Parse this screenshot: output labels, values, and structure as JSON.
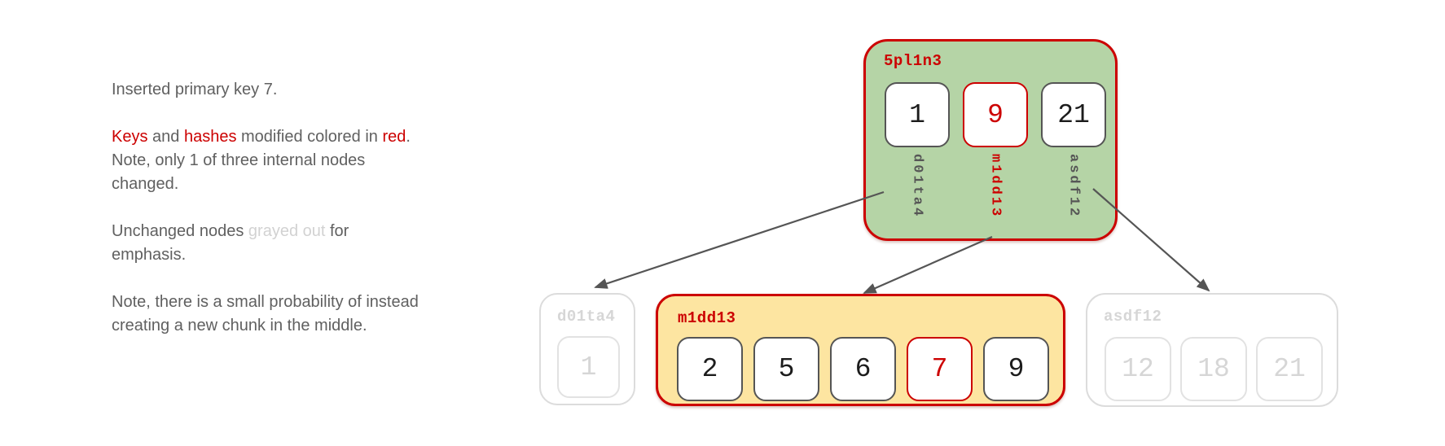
{
  "colors": {
    "red": "#cc0000",
    "root_fill_green": "#b5d4a6",
    "changed_leaf_fill_yellow": "#fde5a1",
    "unchanged_gray": "#d9d9d9",
    "body_text_gray": "#606060",
    "arrow_gray": "#555555"
  },
  "annotation": {
    "p1": {
      "l1": "Inserted primary key 7."
    },
    "p2": {
      "s1": "Keys",
      "s2": " and ",
      "s3": "hashes",
      "s4": " modified colored in ",
      "s5": "red",
      "s6": ".",
      "l2": "Note, only 1 of three internal nodes",
      "l3": "changed."
    },
    "p3": {
      "s1": "Unchanged nodes ",
      "s2": "grayed out",
      "s3": " for",
      "l2": "emphasis."
    },
    "p4": {
      "l1": "Note, there is a small probability of instead",
      "l2": "creating a new chunk in the middle."
    }
  },
  "tree": {
    "root": {
      "hash": "5pl1n3",
      "keys": [
        {
          "value": "1",
          "changed": false
        },
        {
          "value": "9",
          "changed": true
        },
        {
          "value": "21",
          "changed": false
        }
      ],
      "child_hashes": [
        {
          "value": "d01ta4",
          "changed": false
        },
        {
          "value": "m1dd13",
          "changed": true
        },
        {
          "value": "asdf12",
          "changed": false
        }
      ]
    },
    "leaves": [
      {
        "hash": "d01ta4",
        "state": "unchanged",
        "keys": [
          {
            "value": "1",
            "changed": false
          }
        ]
      },
      {
        "hash": "m1dd13",
        "state": "changed",
        "keys": [
          {
            "value": "2",
            "changed": false
          },
          {
            "value": "5",
            "changed": false
          },
          {
            "value": "6",
            "changed": false
          },
          {
            "value": "7",
            "changed": true
          },
          {
            "value": "9",
            "changed": false
          }
        ]
      },
      {
        "hash": "asdf12",
        "state": "unchanged",
        "keys": [
          {
            "value": "12",
            "changed": false
          },
          {
            "value": "18",
            "changed": false
          },
          {
            "value": "21",
            "changed": false
          }
        ]
      }
    ],
    "edges": [
      {
        "from": "5pl1n3",
        "to": "d01ta4"
      },
      {
        "from": "5pl1n3",
        "to": "m1dd13"
      },
      {
        "from": "5pl1n3",
        "to": "asdf12"
      }
    ]
  }
}
